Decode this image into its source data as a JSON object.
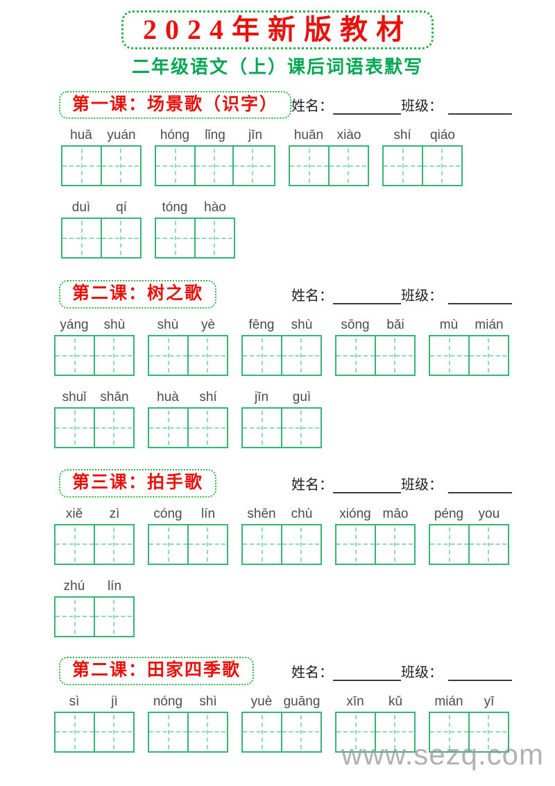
{
  "colors": {
    "red": "#e8120c",
    "green": "#00a651",
    "dot-green": "#2db04b",
    "grid-green": "#33b573",
    "grid-dash": "#8fd9b6",
    "pinyin-gray": "#4b4b4b",
    "ink": "#1c1c1c",
    "watermark-gray": "#9c9c9c"
  },
  "page": {
    "title": "2024年新版教材",
    "subtitle": "二年级语文（上）课后词语表默写",
    "name_label": "姓名：",
    "class_label": "班级：",
    "name_blank_value": "",
    "class_blank_value": "",
    "watermark": "www.sezq.com"
  },
  "sections": [
    {
      "title": "第一课：场景歌（识字）",
      "rows": [
        [
          [
            "huā",
            "yuán"
          ],
          [
            "hóng",
            "lǐng",
            "jīn"
          ],
          [
            "huān",
            "xiào"
          ],
          [
            "shí",
            "qiáo"
          ]
        ],
        [
          [
            "duì",
            "qí"
          ],
          [
            "tóng",
            "hào"
          ]
        ]
      ]
    },
    {
      "title": "第二课：树之歌",
      "rows": [
        [
          [
            "yáng",
            "shù"
          ],
          [
            "shù",
            "yè"
          ],
          [
            "fēng",
            "shù"
          ],
          [
            "sōng",
            "bǎi"
          ],
          [
            "mù",
            "mián"
          ]
        ],
        [
          [
            "shuǐ",
            "shān"
          ],
          [
            "huà",
            "shí"
          ],
          [
            "jīn",
            "guì"
          ]
        ]
      ]
    },
    {
      "title": "第三课：拍手歌",
      "rows": [
        [
          [
            "xiě",
            "zì"
          ],
          [
            "cóng",
            "lín"
          ],
          [
            "shēn",
            "chù"
          ],
          [
            "xióng",
            "māo"
          ],
          [
            "péng",
            "you"
          ]
        ],
        [
          [
            "zhú",
            "lín"
          ]
        ]
      ]
    },
    {
      "title": "第二课：田家四季歌",
      "rows": [
        [
          [
            "sì",
            "jì"
          ],
          [
            "nóng",
            "shì"
          ],
          [
            "yuè",
            "guāng"
          ],
          [
            "xīn",
            "kǔ"
          ],
          [
            "mián",
            "yī"
          ]
        ]
      ]
    }
  ]
}
